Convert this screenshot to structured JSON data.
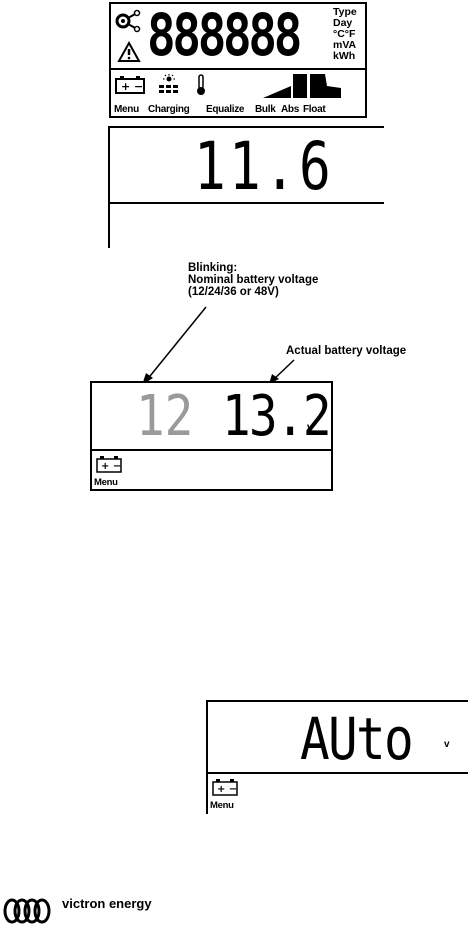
{
  "panel1": {
    "digits": "888888",
    "units": [
      "Type",
      "Day",
      "°C°F",
      "mVA",
      "kWh"
    ],
    "labels": [
      "Menu",
      "Charging",
      "Equalize",
      "Bulk",
      "Abs",
      "Float"
    ]
  },
  "panel2": {
    "value": "11.6"
  },
  "annotations": {
    "blinking_title": "Blinking:",
    "blinking_line1": "Nominal battery  voltage",
    "blinking_line2": "(12/24/36  or 48V)",
    "actual": "Actual battery  voltage"
  },
  "panel3": {
    "nominal": "12",
    "actual": "13.2",
    "unit": "v",
    "menu": "Menu"
  },
  "panel4": {
    "value": "AUto",
    "unit": "v",
    "menu": "Menu"
  },
  "footer": {
    "brand": "victron energy"
  }
}
